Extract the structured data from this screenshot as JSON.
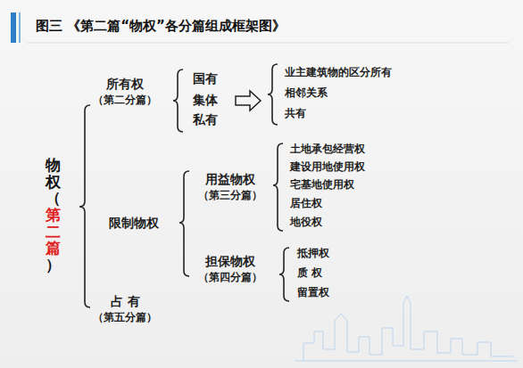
{
  "diagram": {
    "title": "图三 《第二篇“物权”各分篇组成框架图》",
    "labels": [
      "物权（",
      "第二篇",
      "）",
      "所有权",
      "（第二分篇）",
      "国有",
      "集体",
      "私有",
      "业主建筑物的区分所有",
      "相邻关系",
      "共有",
      "限制物权",
      "用益物权",
      "（第三分篇）",
      "土地承包经营权",
      "建设用地使用权",
      "宅基地使用权",
      "居住权",
      "地役权",
      "担保物权",
      "（第四分篇）",
      "抵押权",
      "质 权",
      "留置权",
      "占 有",
      "（第五分篇）"
    ]
  }
}
